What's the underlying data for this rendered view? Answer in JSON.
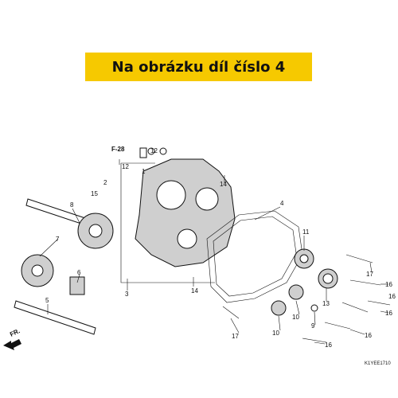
{
  "banner": {
    "title": "Na obrázku díl číslo 4"
  },
  "callouts": [
    "F-28",
    "12",
    "12",
    "1",
    "2",
    "15",
    "14",
    "8",
    "7",
    "6",
    "5",
    "3",
    "4",
    "14",
    "11",
    "13",
    "17",
    "16",
    "16",
    "16",
    "10",
    "10",
    "9",
    "16",
    "17",
    "16"
  ],
  "direction": "FR.",
  "diagram_code": "K1YEE1710"
}
